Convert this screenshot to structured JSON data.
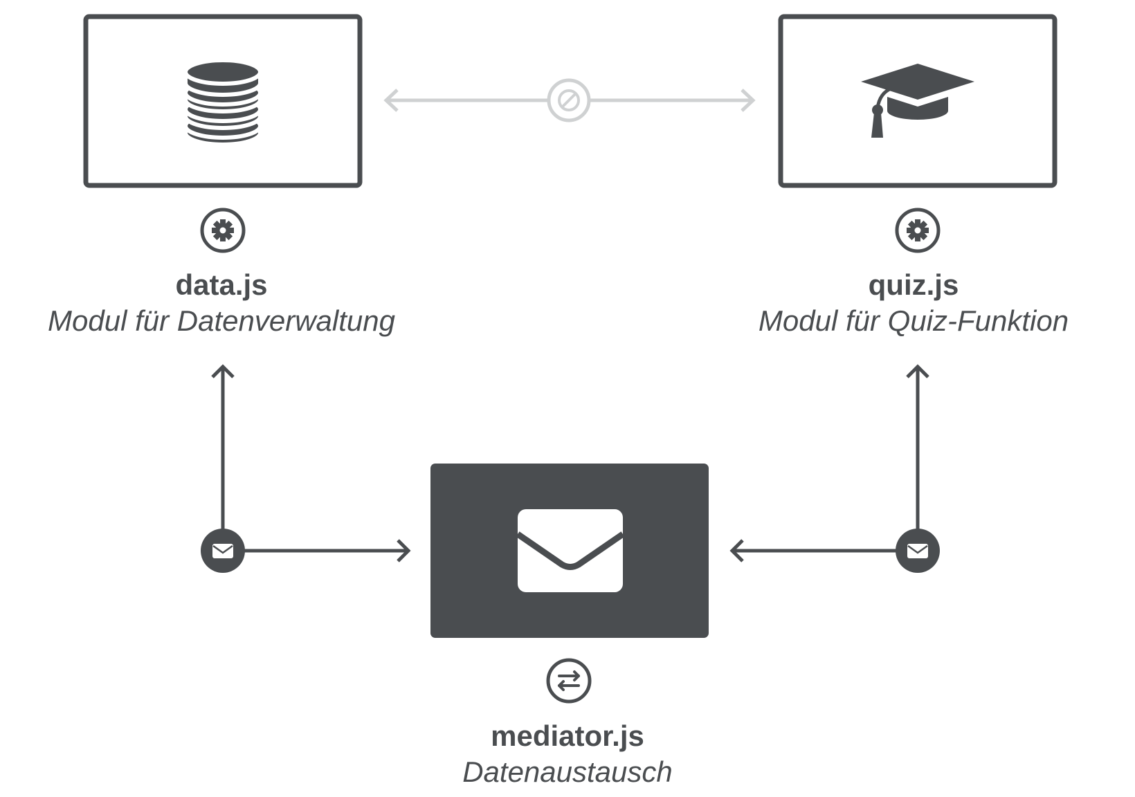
{
  "colors": {
    "dark": "#4a4d50",
    "muted": "#cfd1d2",
    "background": "#ffffff"
  },
  "modules": {
    "data": {
      "name": "data.js",
      "description": "Modul für Datenverwaltung",
      "box_icon": "database-icon",
      "badge_icon": "gear-icon"
    },
    "quiz": {
      "name": "quiz.js",
      "description": "Modul für Quiz-Funktion",
      "box_icon": "graduation-cap-icon",
      "badge_icon": "gear-icon"
    },
    "mediator": {
      "name": "mediator.js",
      "description": "Datenaustausch",
      "box_icon": "envelope-icon",
      "badge_icon": "exchange-arrows-icon"
    }
  },
  "connections": {
    "direct_link_icon": "no-entry-icon",
    "message_badge_icon": "envelope-icon"
  }
}
